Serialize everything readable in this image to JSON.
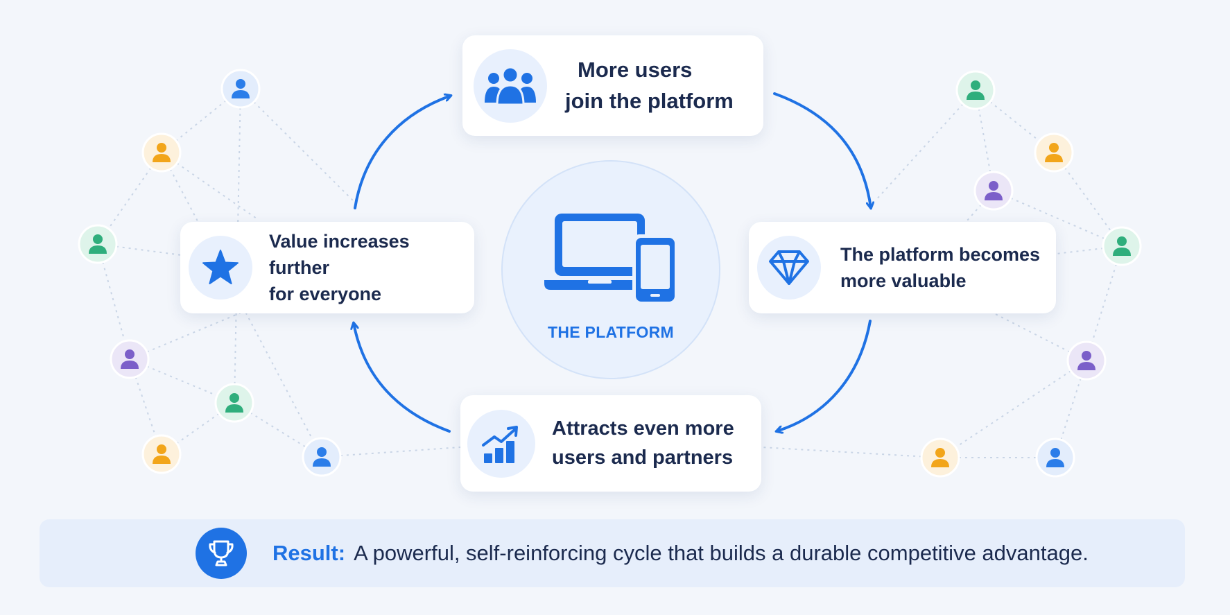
{
  "colors": {
    "accent": "#1f72e4",
    "text": "#1b2a4e",
    "background": "#f3f6fb",
    "avatar_blue": "#2b7de9",
    "avatar_orange": "#f2a51a",
    "avatar_green": "#2fae7c",
    "avatar_purple": "#7b5fc9"
  },
  "cycle": {
    "top": {
      "icon": "users-group-icon",
      "line1": "More users",
      "line2": "join the platform"
    },
    "right": {
      "icon": "diamond-icon",
      "line1": "The platform becomes",
      "line2": "more valuable"
    },
    "bottom": {
      "icon": "growth-chart-icon",
      "line1": "Attracts even more",
      "line2": "users and partners"
    },
    "left": {
      "icon": "star-icon",
      "line1": "Value increases further",
      "line2": "for everyone"
    }
  },
  "center": {
    "icon": "laptop-phone-icon",
    "label": "THE PLATFORM"
  },
  "result": {
    "icon": "trophy-icon",
    "label": "Result:",
    "text": "A powerful, self-reinforcing cycle that builds a durable competitive advantage."
  },
  "avatars": [
    {
      "side": "left",
      "color": "blue"
    },
    {
      "side": "left",
      "color": "orange"
    },
    {
      "side": "left",
      "color": "green"
    },
    {
      "side": "left",
      "color": "purple"
    },
    {
      "side": "left",
      "color": "green"
    },
    {
      "side": "left",
      "color": "orange"
    },
    {
      "side": "left",
      "color": "blue"
    },
    {
      "side": "right",
      "color": "green"
    },
    {
      "side": "right",
      "color": "orange"
    },
    {
      "side": "right",
      "color": "purple"
    },
    {
      "side": "right",
      "color": "green"
    },
    {
      "side": "right",
      "color": "purple"
    },
    {
      "side": "right",
      "color": "orange"
    },
    {
      "side": "right",
      "color": "blue"
    }
  ]
}
